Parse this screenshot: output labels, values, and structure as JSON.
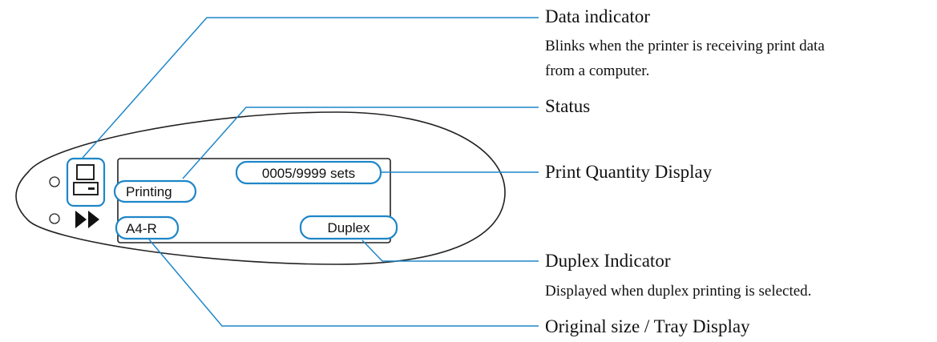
{
  "display": {
    "quantity": "0005/9999 sets",
    "status": "Printing",
    "original_size": "A4-R",
    "duplex": "Duplex"
  },
  "callouts": {
    "data_indicator": {
      "title": "Data indicator",
      "desc_line1": "Blinks when the printer is receiving print data",
      "desc_line2": "from a computer."
    },
    "status": {
      "title": "Status"
    },
    "print_quantity": {
      "title": "Print Quantity Display"
    },
    "duplex_indicator": {
      "title": "Duplex Indicator",
      "desc_line1": "Displayed when duplex printing is selected."
    },
    "original_size": {
      "title": "Original size / Tray Display"
    }
  },
  "icons": {
    "data_indicator": "computer-icon",
    "start": "fast-forward-icon",
    "led": "led-circle-icon"
  },
  "colors": {
    "callout_line": "#1f86c8",
    "text": "#111111"
  }
}
